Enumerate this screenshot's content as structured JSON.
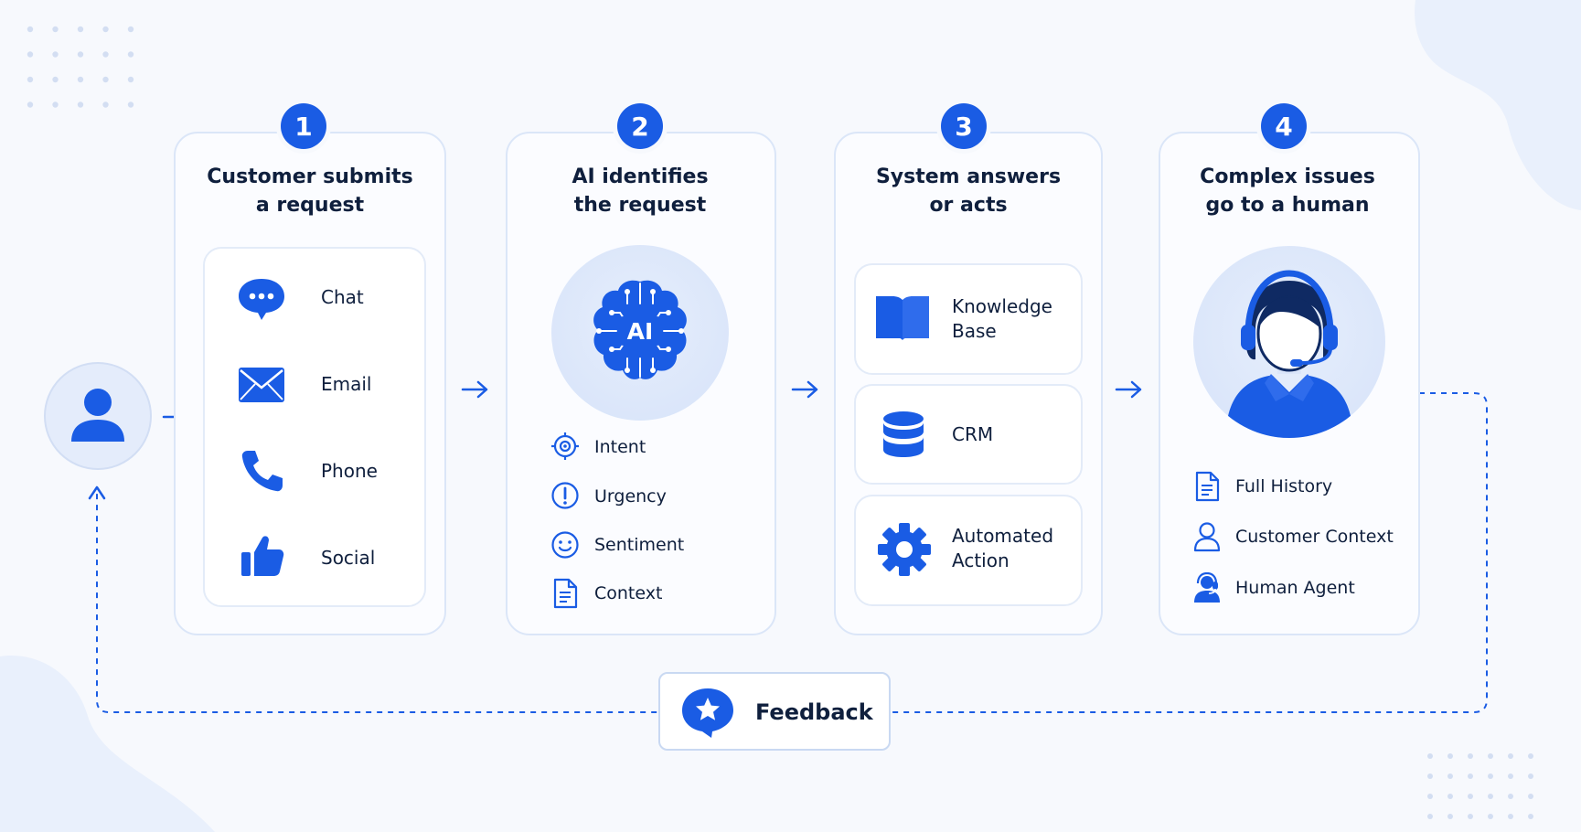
{
  "colors": {
    "accent": "#1a5ce4",
    "background": "#f7f9fd",
    "panel_border": "#dbe6f8",
    "text": "#0f1f3d"
  },
  "steps": [
    {
      "number": "1",
      "title_line1": "Customer submits",
      "title_line2": "a request",
      "channels": [
        {
          "label": "Chat",
          "icon": "chat-bubble-icon"
        },
        {
          "label": "Email",
          "icon": "envelope-icon"
        },
        {
          "label": "Phone",
          "icon": "phone-icon"
        },
        {
          "label": "Social",
          "icon": "thumbs-up-icon"
        }
      ]
    },
    {
      "number": "2",
      "title_line1": "AI identifies",
      "title_line2": "the request",
      "ai_label": "AI",
      "signals": [
        {
          "label": "Intent",
          "icon": "target-icon"
        },
        {
          "label": "Urgency",
          "icon": "exclamation-circle-icon"
        },
        {
          "label": "Sentiment",
          "icon": "smiley-icon"
        },
        {
          "label": "Context",
          "icon": "document-icon"
        }
      ]
    },
    {
      "number": "3",
      "title_line1": "System answers",
      "title_line2": "or acts",
      "systems": [
        {
          "line1": "Knowledge",
          "line2": "Base",
          "icon": "book-icon"
        },
        {
          "line1": "CRM",
          "line2": "",
          "icon": "database-icon"
        },
        {
          "line1": "Automated",
          "line2": "Action",
          "icon": "gear-icon"
        }
      ]
    },
    {
      "number": "4",
      "title_line1": "Complex issues",
      "title_line2": "go to a human",
      "handoff": [
        {
          "label": "Full History",
          "icon": "document-icon"
        },
        {
          "label": "Customer Context",
          "icon": "user-outline-icon"
        },
        {
          "label": "Human Agent",
          "icon": "agent-headset-icon"
        }
      ]
    }
  ],
  "customer_icon": "user-icon",
  "feedback": {
    "label": "Feedback",
    "icon": "star-chat-icon"
  }
}
